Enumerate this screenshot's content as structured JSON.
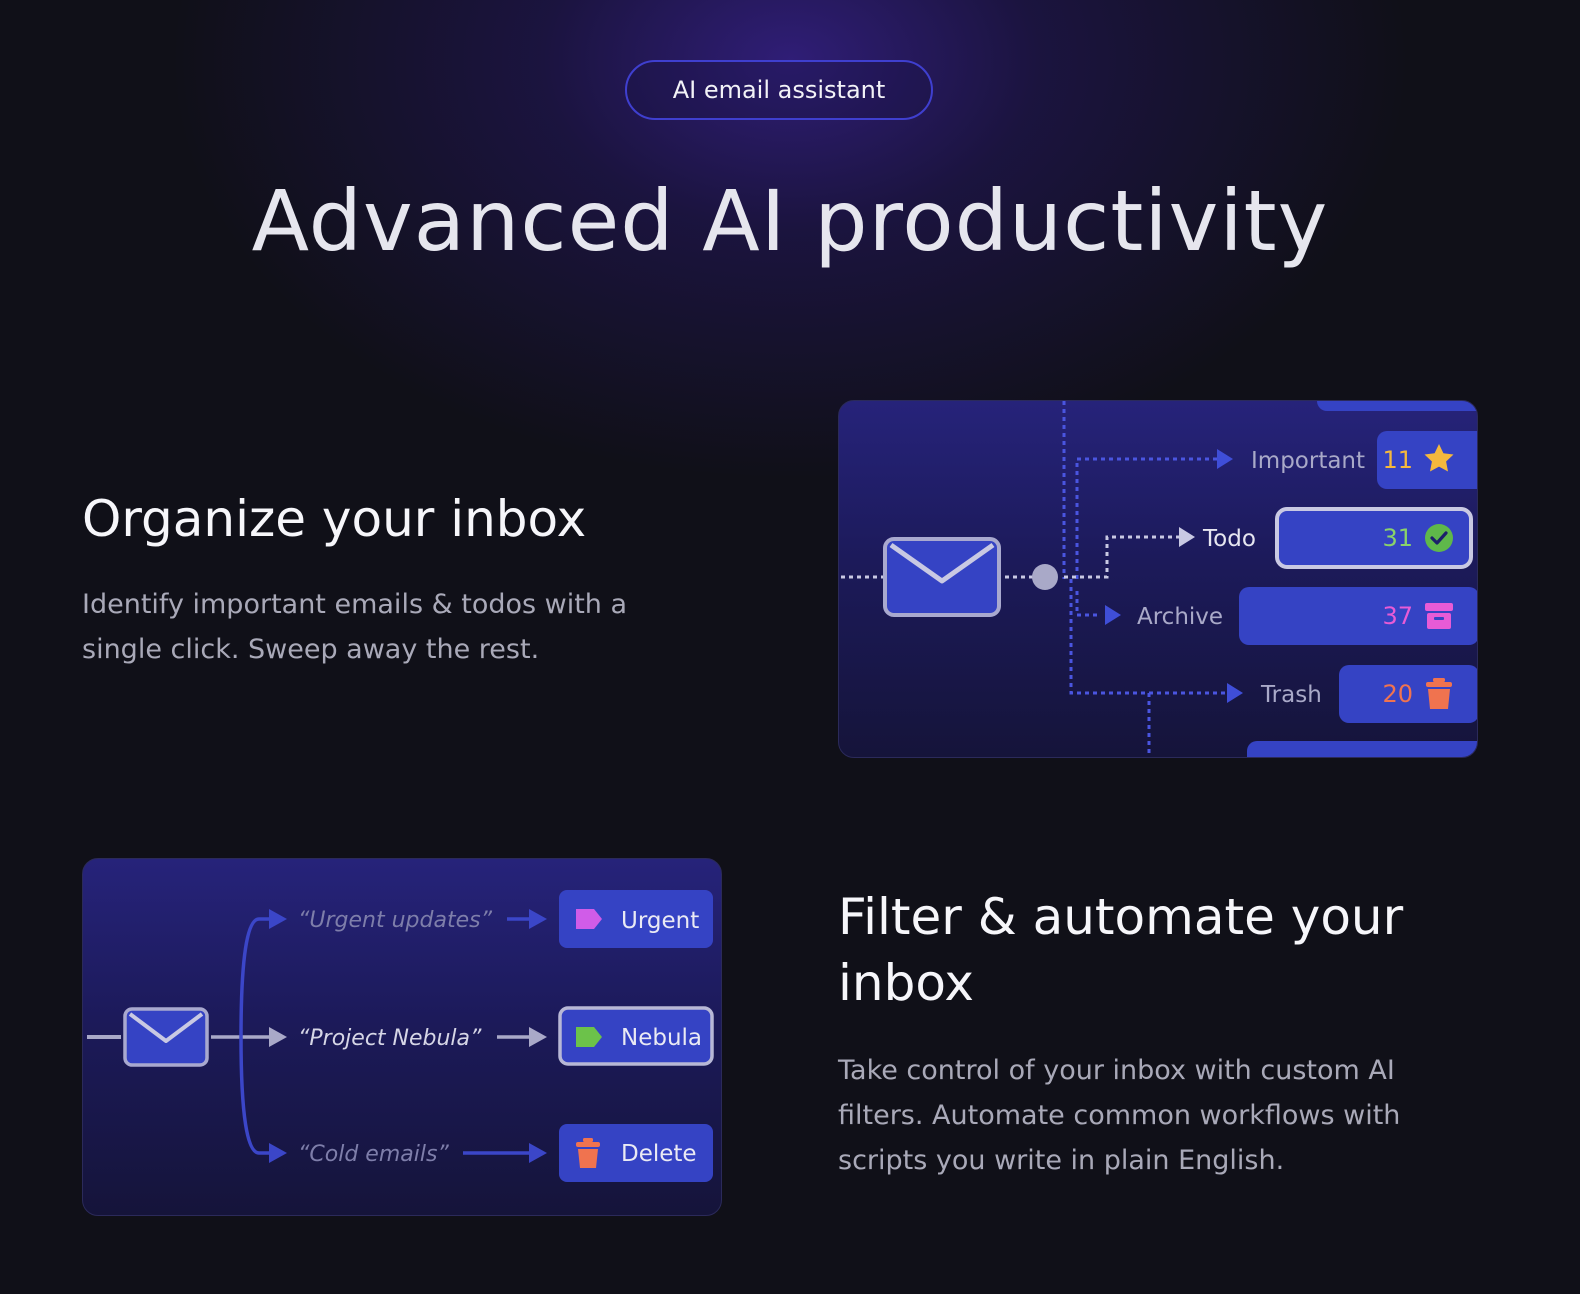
{
  "badge": "AI email assistant",
  "hero_title": "Advanced AI productivity",
  "feature_organize": {
    "title": "Organize your inbox",
    "description": "Identify important emails & todos with a single click. Sweep away the rest.",
    "categories": [
      {
        "label": "Important",
        "count": "11",
        "icon": "star-icon",
        "color": "#f5b83d"
      },
      {
        "label": "Todo",
        "count": "31",
        "icon": "check-circle-icon",
        "color": "#8ad26a"
      },
      {
        "label": "Archive",
        "count": "37",
        "icon": "archive-box-icon",
        "color": "#e85bd6"
      },
      {
        "label": "Trash",
        "count": "20",
        "icon": "trash-icon",
        "color": "#f0734f"
      }
    ]
  },
  "feature_filter": {
    "title": "Filter & automate your inbox",
    "description": "Take control of your inbox with custom AI filters. Automate common workflows with scripts you write in plain English.",
    "rules": [
      {
        "query": "“Urgent updates”",
        "action": "Urgent",
        "icon": "tag-icon",
        "color": "#d05ce8"
      },
      {
        "query": "“Project Nebula”",
        "action": "Nebula",
        "icon": "tag-icon",
        "color": "#6cc24a"
      },
      {
        "query": "“Cold emails”",
        "action": "Delete",
        "icon": "trash-icon",
        "color": "#f0734f"
      }
    ]
  },
  "colors": {
    "accent": "#3b46c8",
    "background": "#101018"
  }
}
